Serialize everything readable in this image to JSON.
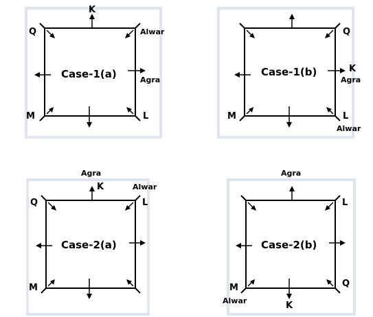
{
  "cases": [
    {
      "title": "Case-1(a)",
      "labels": {
        "top": "K",
        "top_left": "Q",
        "top_right": "Alwar",
        "right": "Agra",
        "bottom_left": "M",
        "bottom_right": "L"
      }
    },
    {
      "title": "Case-1(b)",
      "labels": {
        "top_right": "Q",
        "right": "K",
        "right_sub": "Agra",
        "bottom_left": "M",
        "bottom_right": "L",
        "bottom_right_sub": "Alwar"
      }
    },
    {
      "title": "Case-2(a)",
      "labels": {
        "above": "Agra",
        "top": "K",
        "top_right_above": "Alwar",
        "top_left": "Q",
        "top_right": "L",
        "bottom_left": "M"
      }
    },
    {
      "title": "Case-2(b)",
      "labels": {
        "above": "Agra",
        "top_right": "L",
        "bottom_left": "M",
        "bottom_left_sub": "Alwar",
        "bottom": "K",
        "bottom_right": "Q"
      }
    }
  ],
  "colors": {
    "stroke": "#000000",
    "frame": "#dfe6f0"
  }
}
